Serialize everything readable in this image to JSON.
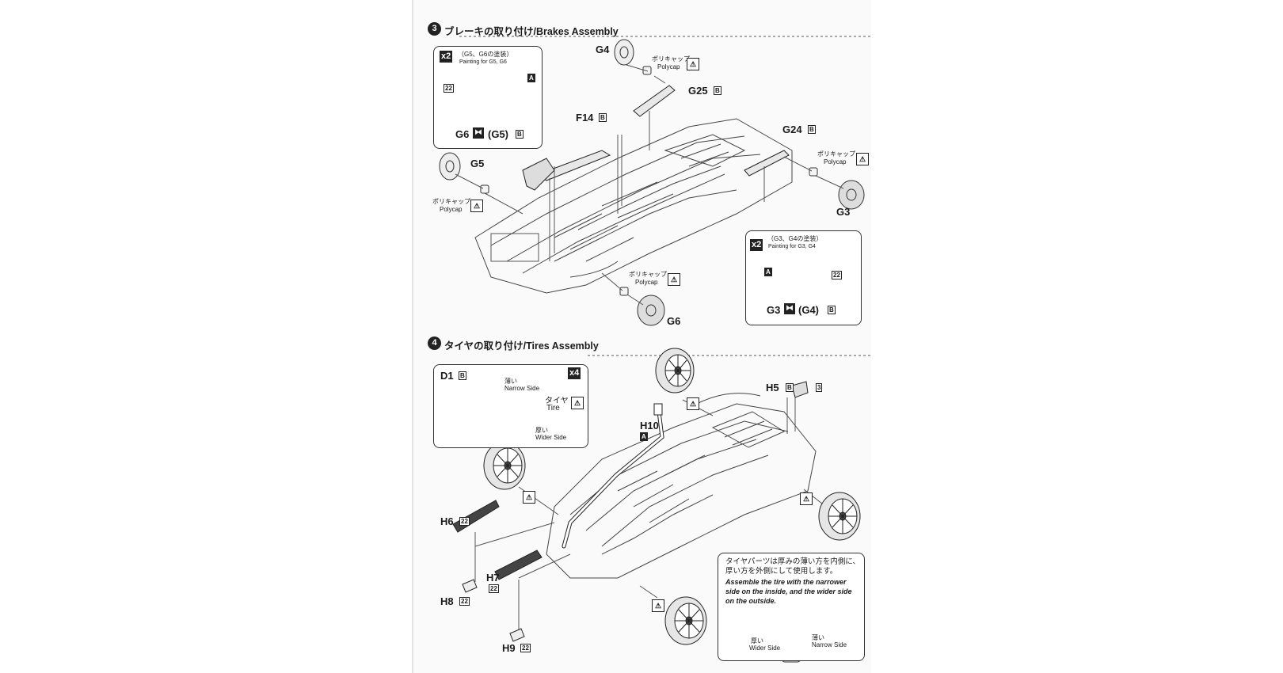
{
  "step3": {
    "number": "3",
    "title": "ブレーキの取り付け/Brakes Assembly",
    "paint_box_front": {
      "multiplier": "x2",
      "jp": "（G5、G6の塗装）",
      "en": "Painting for G5, G6",
      "part_a": "G6",
      "part_b": "(G5)",
      "color_code": "A",
      "grade": "B",
      "side_code": "22"
    },
    "parts": {
      "g4": "G4",
      "g25": "G25",
      "f14": "F14",
      "g24": "G24",
      "g5": "G5",
      "g3": "G3",
      "g6": "G6",
      "grade": "B"
    },
    "polycap_jp": "ポリキャップ",
    "polycap_en": "Polycap",
    "paint_box_rear": {
      "multiplier": "x2",
      "jp": "（G3、G4の塗装）",
      "en": "Painting for G3, G4",
      "part_a": "G3",
      "part_b": "(G4)",
      "color_code": "A",
      "grade": "B",
      "side_code": "22"
    }
  },
  "step4": {
    "number": "4",
    "title": "タイヤの取り付け/Tires Assembly",
    "tire_box": {
      "multiplier": "x4",
      "wheel": "D1",
      "grade": "B",
      "narrow_jp": "薄い",
      "narrow_en": "Narrow Side",
      "tire_jp": "タイヤ",
      "tire_en": "Tire",
      "wider_jp": "厚い",
      "wider_en": "Wider Side"
    },
    "parts": {
      "h5": "H5",
      "h5_grade": "B",
      "h5_ref": "3",
      "h10": "H10",
      "h10_grade": "A",
      "h6": "H6",
      "h7": "H7",
      "h8": "H8",
      "h9": "H9",
      "side_code": "22"
    },
    "note": {
      "jp_line1": "タイヤパーツは厚みの薄い方を内側に、",
      "jp_line2": "厚い方を外側にして使用します。",
      "en_line1": "Assemble the tire with the narrower",
      "en_line2": "side on the inside, and the wider side",
      "en_line3": "on the outside.",
      "wider_jp": "厚い",
      "wider_en": "Wider Side",
      "narrow_jp": "薄い",
      "narrow_en": "Narrow Side"
    }
  }
}
